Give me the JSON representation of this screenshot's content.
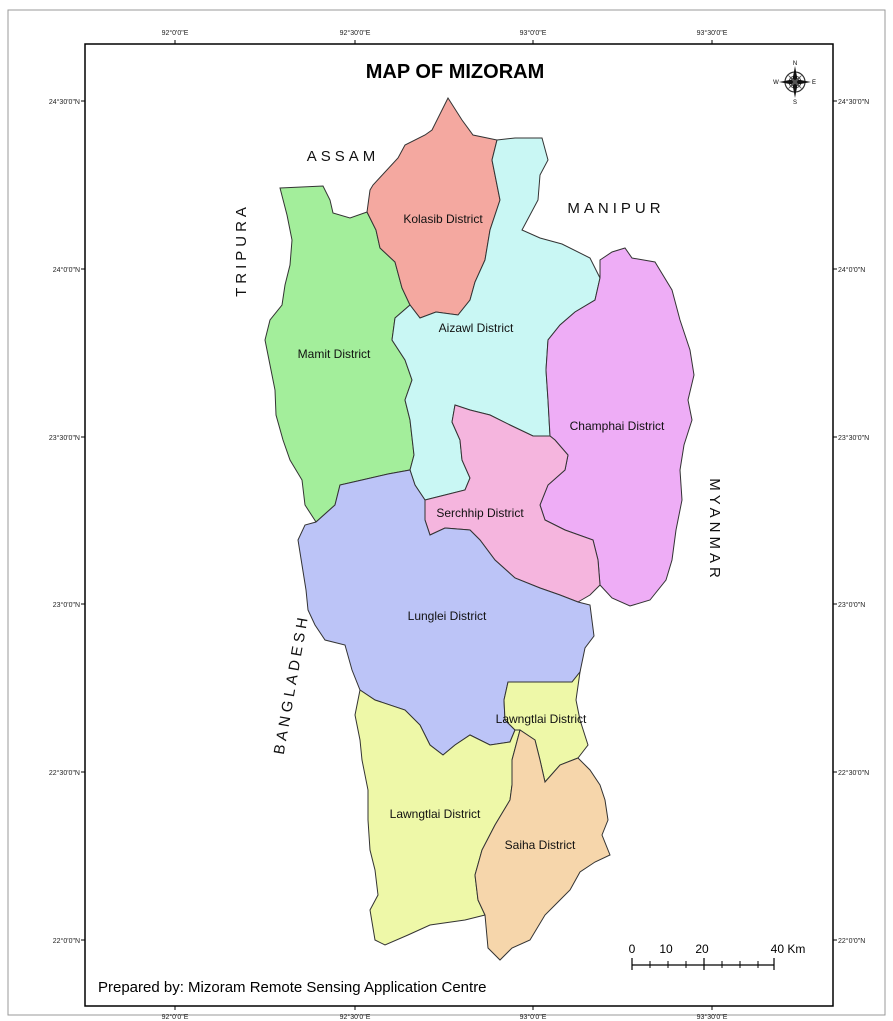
{
  "map": {
    "title": "MAP OF MIZORAM",
    "credit": "Prepared by: Mizoram Remote Sensing Application Centre",
    "longitude_ticks": [
      "92°0'0\"E",
      "92°30'0\"E",
      "93°0'0\"E",
      "93°30'0\"E"
    ],
    "latitude_ticks": [
      "24°30'0\"N",
      "24°0'0\"N",
      "23°30'0\"N",
      "23°0'0\"N",
      "22°30'0\"N",
      "22°0'0\"N"
    ],
    "neighbors": {
      "assam": "ASSAM",
      "manipur": "MANIPUR",
      "tripura": "TRIPURA",
      "myanmar": "MYANMAR",
      "bangladesh": "BANGLADESH"
    },
    "districts": [
      {
        "key": "kolasib",
        "name": "Kolasib District",
        "color": "#f4a8a0"
      },
      {
        "key": "aizawl",
        "name": "Aizawl District",
        "color": "#c9f7f4"
      },
      {
        "key": "mamit",
        "name": "Mamit District",
        "color": "#a3ee9b"
      },
      {
        "key": "champhai",
        "name": "Champhai District",
        "color": "#eeadf6"
      },
      {
        "key": "serchhip",
        "name": "Serchhip District",
        "color": "#f5b5de"
      },
      {
        "key": "lunglei",
        "name": "Lunglei District",
        "color": "#bcc4f7"
      },
      {
        "key": "lawngtlai_north",
        "name": "Lawngtlai District",
        "color": "#eef8a8"
      },
      {
        "key": "lawngtlai_south",
        "name": "Lawngtlai District",
        "color": "#eef8a8"
      },
      {
        "key": "saiha",
        "name": "Saiha District",
        "color": "#f6d6ab"
      }
    ],
    "scale_bar": {
      "labels": [
        "0",
        "10",
        "20",
        "40 Km"
      ]
    },
    "compass": {
      "n": "N",
      "s": "S",
      "e": "E",
      "w": "W"
    }
  }
}
